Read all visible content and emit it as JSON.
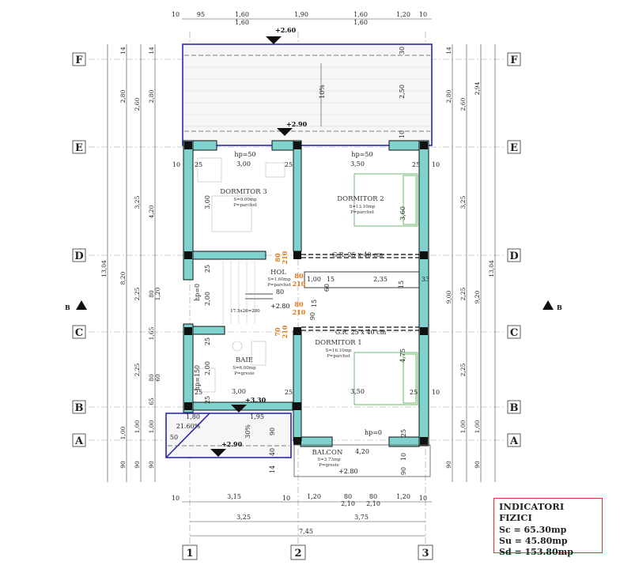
{
  "top_dims": {
    "row1": [
      "10",
      "95",
      "1,60",
      "1,90",
      "1,60",
      "1,20",
      "10"
    ],
    "row2": [
      "1,60",
      "1,60"
    ]
  },
  "levels": [
    "+2.60",
    "+2.90",
    "+3.30",
    "+2.90",
    "+2.80",
    "+2.80"
  ],
  "grid_rows": [
    "F",
    "E",
    "D",
    "C",
    "B",
    "A"
  ],
  "grid_cols": [
    "1",
    "2",
    "3"
  ],
  "section_mark": "B",
  "left_dims": {
    "outer": "13,04",
    "mid1": "8,20",
    "mid2": "1,20",
    "col_a": [
      "2,80",
      "2,25",
      "2,25",
      "1,00",
      "90"
    ],
    "col_b": [
      "2,60",
      "3,25",
      "1,65",
      "1,00",
      "90"
    ],
    "col_c": [
      "14",
      "2,80",
      "4,20",
      "80",
      "80",
      "60",
      "65",
      "1,00",
      "90"
    ]
  },
  "right_dims": {
    "outer": "13,04",
    "mid": "9,00",
    "mid2": "9,20",
    "col_a": [
      "14",
      "2,80",
      "2,25",
      "2,25",
      "1,00",
      "90"
    ],
    "col_b": [
      "2,60",
      "3,25",
      "1,00",
      "90"
    ],
    "col_c": [
      "2,94"
    ]
  },
  "rooms": {
    "dormitor3": {
      "name": "DORMITOR 3",
      "area": "S=9.00mp",
      "floor": "P=parchet"
    },
    "dormitor2": {
      "name": "DORMITOR 2",
      "area": "S=13.10mp",
      "floor": "P=parchet"
    },
    "dormitor1": {
      "name": "DORMITOR 1",
      "area": "S=16.10mp",
      "floor": "P=parchet"
    },
    "hol": {
      "name": "HOL",
      "area": "S=1.60mp",
      "floor": "P=parchet"
    },
    "baie": {
      "name": "BAIE",
      "area": "S=6.00mp",
      "floor": "P=gresie"
    },
    "balcon": {
      "name": "BALCON",
      "area": "S=3.73mp",
      "floor": "P=gresie"
    }
  },
  "labels": {
    "hp50a": "hp=50",
    "hp50b": "hp=50",
    "hp0": "hp=0",
    "hp150": "hp=150",
    "hp0b": "hp=0",
    "gr1": "G.R. 25 x 40 cm",
    "gr2": "G.R. 25 x 40 cm",
    "slope_top": "10%",
    "slope_bottom": "30%",
    "slope_left": "21.60%",
    "stairs": "17.5x26=280",
    "d300a": "3,00",
    "d350a": "3,50",
    "d300b": "3,00",
    "d350b": "3,50",
    "d360": "3,60",
    "d475": "4,75",
    "d200a": "2,00",
    "d200b": "2,00",
    "d235": "2,35",
    "d100": "1,00",
    "d180": "1,80",
    "d195": "1,95",
    "d420": "4,20",
    "d250": "2,50",
    "d30": "30",
    "d10": "10",
    "d25": "25",
    "d15": "15",
    "d33": "33",
    "d60": "60",
    "d80": "80",
    "d90": "90",
    "d40": "40",
    "d50": "50",
    "d14": "14",
    "door80": "80",
    "door210": "210",
    "door70": "70"
  },
  "bottom_dims": {
    "row1": [
      "10",
      "3,15",
      "10",
      "1,20",
      "80",
      "80",
      "1,20",
      "10"
    ],
    "row1b": [
      "2,10",
      "2,10"
    ],
    "row2": [
      "3,25",
      "3,75"
    ],
    "row3": [
      "7,45"
    ]
  },
  "indicators": {
    "title": "INDICATORI FIZICI",
    "sc": "Sc = 65.30mp",
    "su": "Su = 45.80mp",
    "sd": "Sd = 153.80mp"
  },
  "colors": {
    "wall": "#7fd3cf",
    "line": "#111111",
    "accent_red": "#d23a3a",
    "blue": "#2a2aa8",
    "orange": "#e07a1a"
  }
}
